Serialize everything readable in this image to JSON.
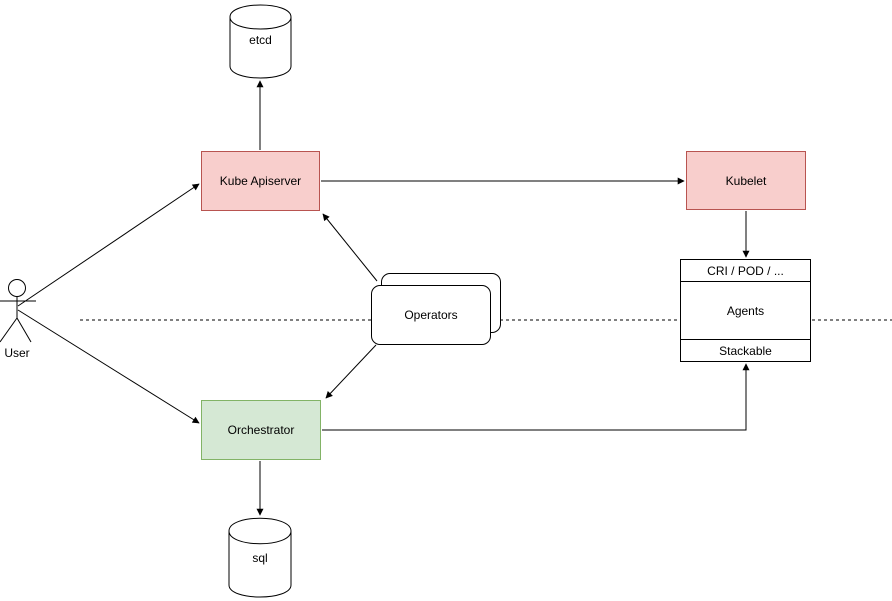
{
  "diagram": {
    "type": "architecture-flow-diagram",
    "nodes": {
      "user": {
        "label": "User",
        "shape": "actor"
      },
      "etcd": {
        "label": "etcd",
        "shape": "database-cylinder"
      },
      "kube_apiserver": {
        "label": "Kube Apiserver",
        "shape": "rectangle",
        "fill": "#f8cecc",
        "stroke": "#b85450"
      },
      "kubelet": {
        "label": "Kubelet",
        "shape": "rectangle",
        "fill": "#f8cecc",
        "stroke": "#b85450"
      },
      "operators": {
        "label": "Operators",
        "shape": "stacked-rounded-rectangles",
        "fill": "#ffffff",
        "stroke": "#000000"
      },
      "orchestrator": {
        "label": "Orchestrator",
        "shape": "rectangle",
        "fill": "#d5e8d4",
        "stroke": "#82b366"
      },
      "sql": {
        "label": "sql",
        "shape": "database-cylinder"
      },
      "agents": {
        "header": "CRI / POD / ...",
        "label": "Agents",
        "footer": "Stackable",
        "shape": "partitioned-rectangle",
        "fill": "#ffffff",
        "stroke": "#000000"
      }
    },
    "edges": [
      {
        "from": "user",
        "to": "kube_apiserver",
        "style": "solid-arrow"
      },
      {
        "from": "user",
        "to": "orchestrator",
        "style": "solid-arrow"
      },
      {
        "from": "kube_apiserver",
        "to": "etcd",
        "style": "solid-arrow"
      },
      {
        "from": "kube_apiserver",
        "to": "kubelet",
        "style": "solid-arrow"
      },
      {
        "from": "operators",
        "to": "kube_apiserver",
        "style": "solid-arrow"
      },
      {
        "from": "operators",
        "to": "orchestrator",
        "style": "solid-arrow"
      },
      {
        "from": "kubelet",
        "to": "agents",
        "style": "solid-arrow"
      },
      {
        "from": "orchestrator",
        "to": "agents",
        "style": "solid-arrow",
        "note": "enters Stackable section from below"
      },
      {
        "from": "orchestrator",
        "to": "sql",
        "style": "solid-arrow"
      },
      {
        "name": "boundary",
        "style": "dashed-horizontal-line"
      }
    ],
    "colors": {
      "red_fill": "#f8cecc",
      "red_stroke": "#b85450",
      "green_fill": "#d5e8d4",
      "green_stroke": "#82b366",
      "line": "#000000",
      "background": "#ffffff"
    }
  }
}
